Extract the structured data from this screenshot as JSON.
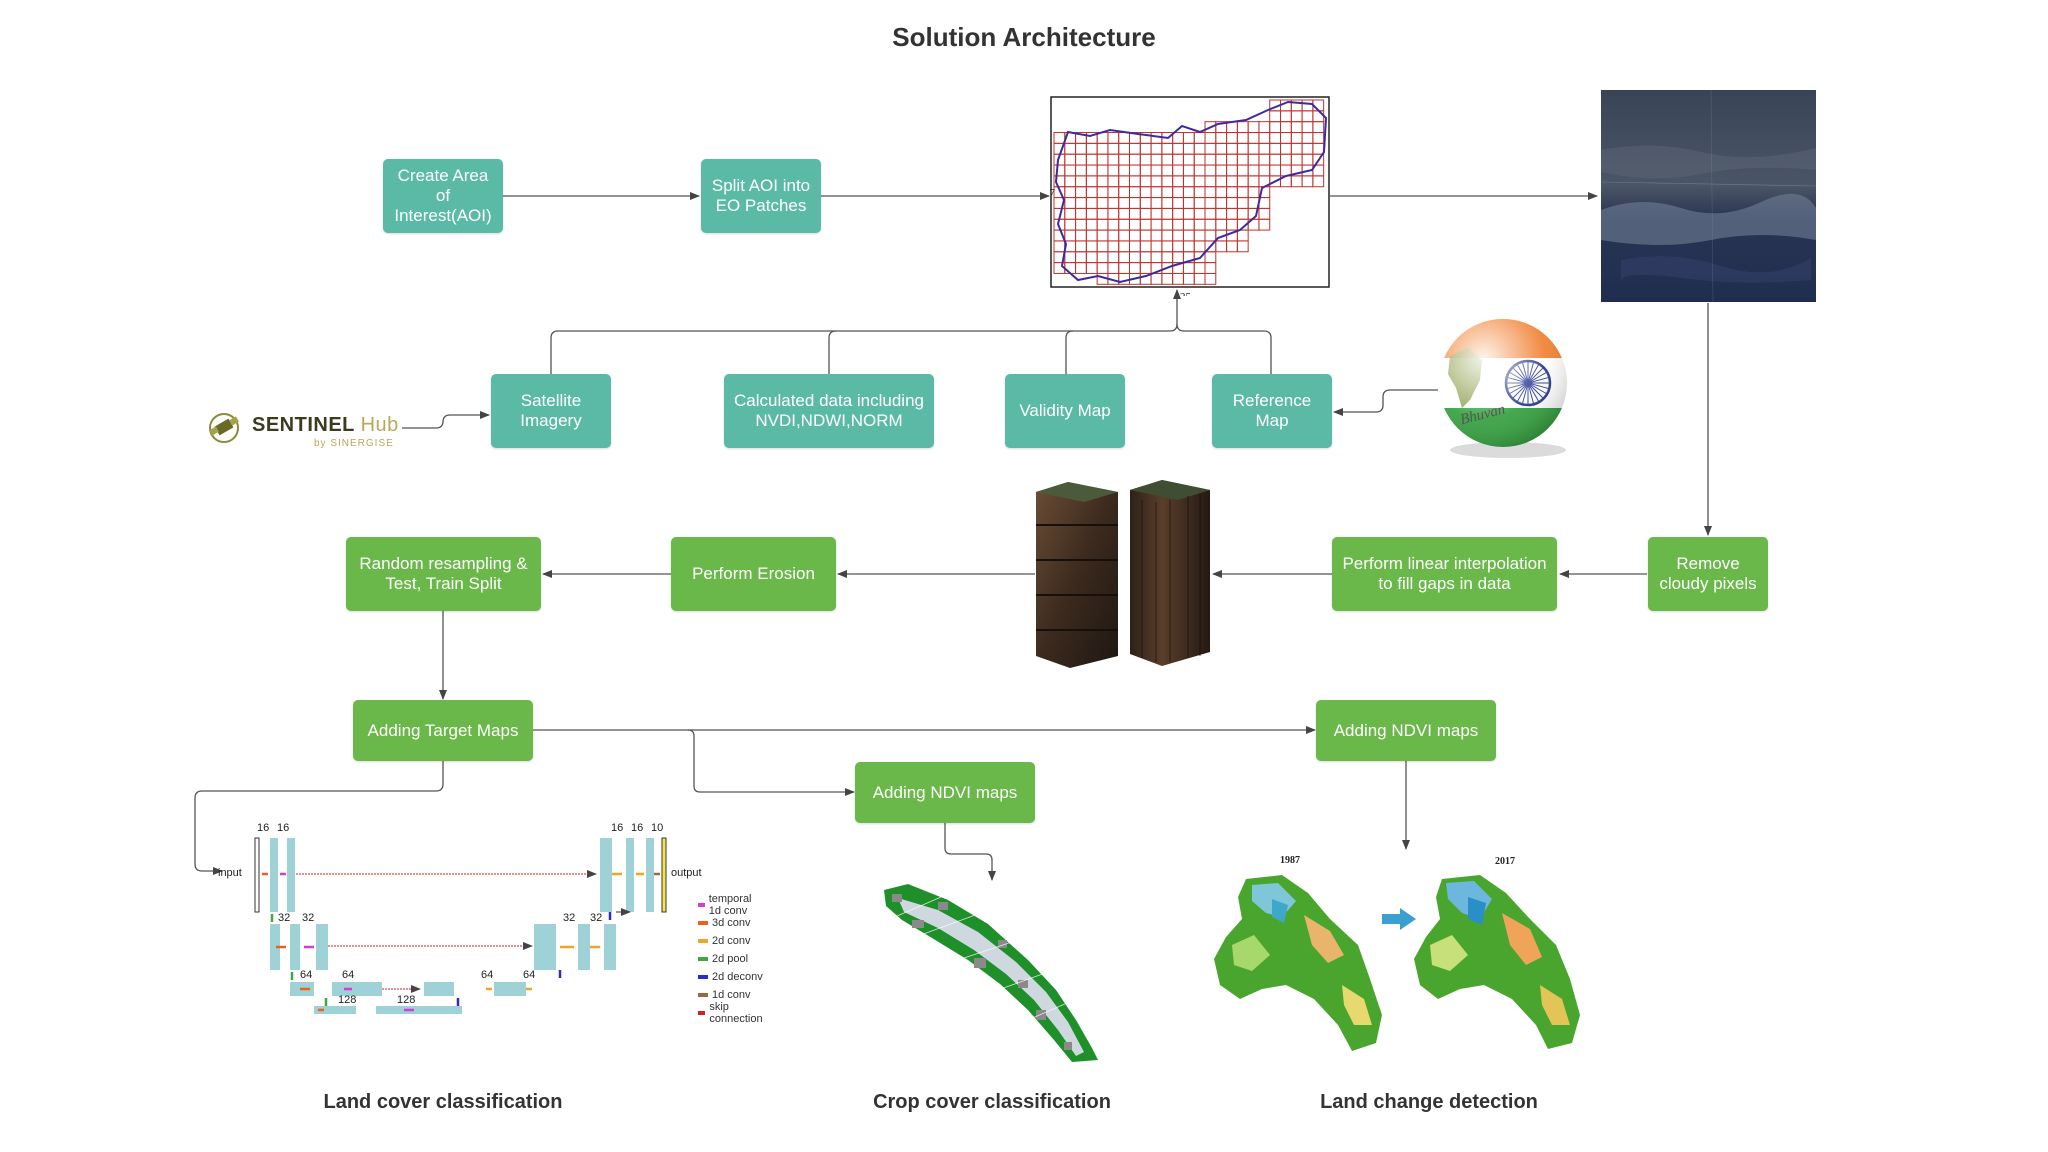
{
  "title": "Solution Architecture",
  "colors": {
    "teal": "#5bbaa6",
    "green": "#6ab74a",
    "arrow": "#555555",
    "grid_red": "#c0332f",
    "border_blue": "#3d2b9e"
  },
  "boxes": {
    "create_aoi": "Create Area of Interest(AOI)",
    "split_aoi": "Split AOI into EO Patches",
    "satellite_imagery": "Satellite Imagery",
    "calculated_data": "Calculated  data including NVDI,NDWI,NORM",
    "validity_map": "Validity Map",
    "reference_map": "Reference Map",
    "remove_cloudy": "Remove cloudy pixels",
    "linear_interp": "Perform linear interpolation to fill gaps in data",
    "perform_erosion": "Perform Erosion",
    "random_resampling": "Random resampling  & Test, Train Split",
    "adding_target_maps": "Adding Target Maps",
    "adding_ndvi_maps_1": "Adding NDVI maps",
    "adding_ndvi_maps_2": "Adding NDVI maps"
  },
  "grid_map": {
    "label_left": "17",
    "label_bottom": "25"
  },
  "logos": {
    "sentinel_main": "SENTINEL",
    "sentinel_hub": "Hub",
    "sentinel_sub": "by SINERGISE",
    "bhuvan": "Bhuvan"
  },
  "unet": {
    "input_label": "input",
    "output_label": "output",
    "numbers": {
      "n16a": "16",
      "n16b": "16",
      "n16c": "16",
      "n16d": "16",
      "n10": "10",
      "n32a": "32",
      "n32b": "32",
      "n32c": "32",
      "n32d": "32",
      "n64a": "64",
      "n64b": "64",
      "n64c": "64",
      "n64d": "64",
      "n128a": "128",
      "n128b": "128"
    },
    "legend": [
      {
        "label": "temporal 1d conv",
        "color": "#d63bd6"
      },
      {
        "label": "3d conv",
        "color": "#e8631e"
      },
      {
        "label": "2d conv",
        "color": "#f0a528"
      },
      {
        "label": "2d pool",
        "color": "#3ea83e"
      },
      {
        "label": "2d deconv",
        "color": "#2b2bc8"
      },
      {
        "label": "1d conv",
        "color": "#9a6a3a"
      },
      {
        "label": "skip connection",
        "color": "#d32020"
      }
    ]
  },
  "change_years": {
    "left": "1987",
    "right": "2017"
  },
  "captions": {
    "land_cover": "Land cover classification",
    "crop_cover": "Crop cover classification",
    "land_change": "Land change detection"
  }
}
